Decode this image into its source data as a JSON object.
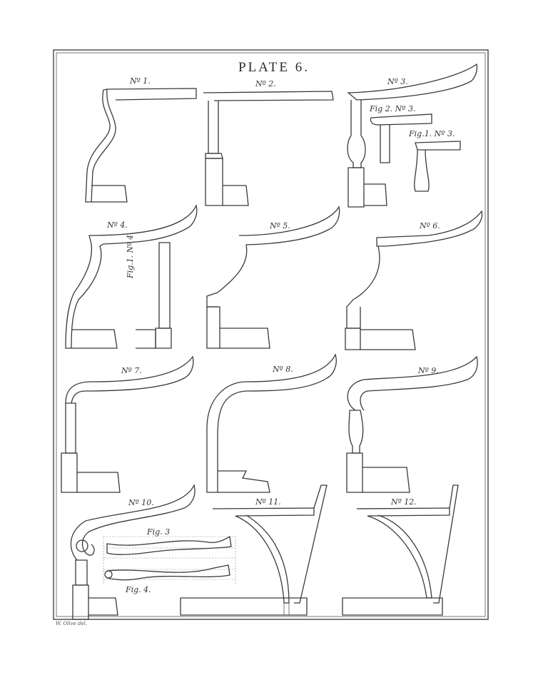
{
  "plate": {
    "title": "PLATE 6.",
    "credit": "W. Olive del."
  },
  "labels": {
    "n1": "Nº 1.",
    "n2": "Nº 2.",
    "n3": "Nº 3.",
    "fig2_n3": "Fig 2. Nº 3.",
    "fig1_n3": "Fig.1. Nº 3.",
    "n4": "Nº 4.",
    "fig1_n4": "Fig.1. Nº 4.",
    "n5": "Nº 5.",
    "n6": "Nº 6.",
    "n7": "Nº 7.",
    "n8": "Nº 8.",
    "n9": "Nº 9.",
    "n10": "Nº 10.",
    "fig3": "Fig. 3",
    "fig4": "Fig. 4.",
    "n11": "Nº 11.",
    "n12": "Nº 12."
  }
}
